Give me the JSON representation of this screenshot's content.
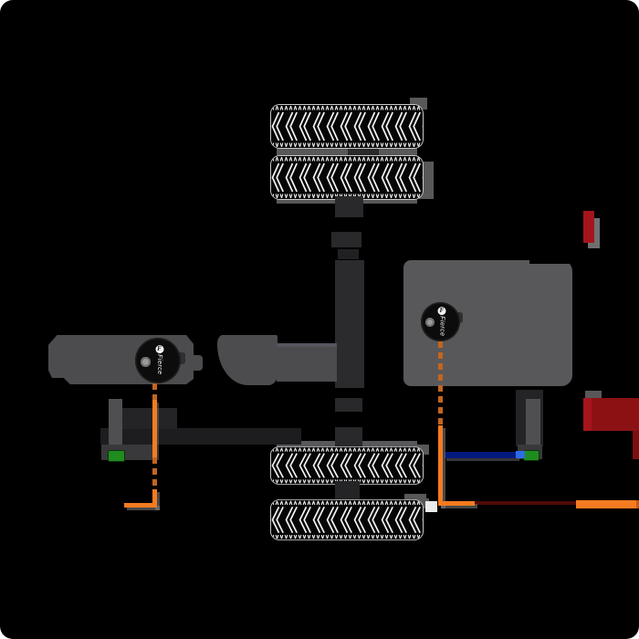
{
  "diagram": {
    "type": "vehicle-axle-wiring-diagram",
    "background": "#000000",
    "sensors": [
      {
        "id": "left-sensor",
        "brand": "Fierce",
        "roundel": "F"
      },
      {
        "id": "right-sensor",
        "brand": "Fierce",
        "roundel": "F"
      }
    ],
    "components": [
      "dual-front-tires",
      "dual-rear-tires",
      "drive-shaft",
      "axle-bars",
      "engine-body-block",
      "left-fender",
      "left-bracket",
      "mount-posts",
      "green-terminals",
      "red-markers",
      "white-connector"
    ],
    "wires": [
      {
        "id": "left-sensor-cable",
        "color": "orange",
        "style": "dashed-solid elbow-left"
      },
      {
        "id": "right-sensor-cable",
        "color": "orange",
        "style": "dashed-solid elbow-right"
      },
      {
        "id": "cross-link-cable",
        "color": "blue",
        "style": "solid to green terminal"
      },
      {
        "id": "rear-run-cable",
        "color": "maroon-orange",
        "style": "solid to right edge"
      }
    ],
    "colors": {
      "body_gray": "#58585a",
      "part_gray": "#4c4c4e",
      "shaft_dark": "#2b2b2d",
      "wire_orange": "#f47b20",
      "wire_orange_dashed": "#c2651f",
      "wire_maroon": "#4f0a06",
      "wire_blue": "#001a7e",
      "wire_blue_bright": "#2e6be6",
      "terminal_green": "#1f8c1f",
      "marker_red_bright": "#a5151b",
      "marker_red_dark": "#8c1113",
      "connector_white": "#ececec"
    }
  }
}
